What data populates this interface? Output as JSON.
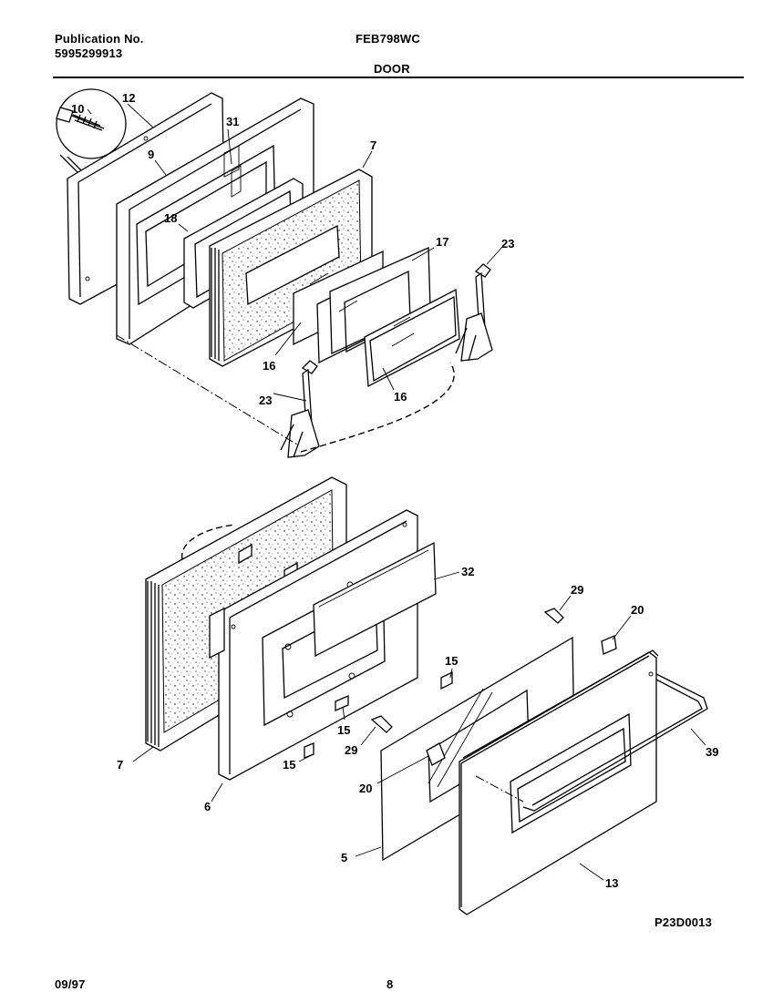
{
  "header": {
    "publication_label": "Publication No.",
    "publication_number": "5995299913",
    "model": "FEB798WC",
    "section": "DOOR"
  },
  "footer": {
    "date": "09/97",
    "page": "8",
    "diagram_code": "P23D0013"
  },
  "callouts": [
    "10",
    "12",
    "31",
    "9",
    "7",
    "18",
    "17",
    "23",
    "16",
    "16",
    "23",
    "32",
    "29",
    "20",
    "15",
    "15",
    "29",
    "39",
    "7",
    "15",
    "20",
    "6",
    "5",
    "13"
  ]
}
